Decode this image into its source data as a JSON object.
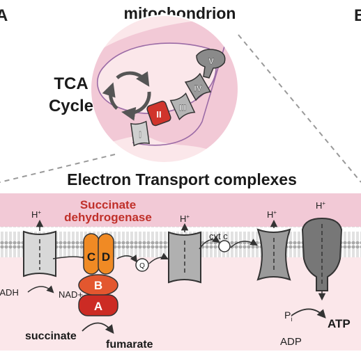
{
  "panel_letter_left": "A",
  "panel_letter_right": "B",
  "mito_title": "mitochondrion",
  "tca_line1": "TCA",
  "tca_line2": "Cycle",
  "mito_complexes": [
    "I",
    "II",
    "III",
    "IV",
    "V"
  ],
  "etc_title": "Electron Transport complexes",
  "sdh_line1": "Succinate",
  "sdh_line2": "dehydrogenase",
  "sdh_subunits": {
    "c": "C",
    "d": "D",
    "b": "B",
    "a": "A"
  },
  "proton": "H",
  "proton_sup": "+",
  "quinone": "Q",
  "cytc_label": "cyt c",
  "nadh": "NADH",
  "nad_plus": "NAD+",
  "succinate": "succinate",
  "fumarate": "fumarate",
  "pi": "P",
  "pi_sub": "i",
  "adp": "ADP",
  "atp": "ATP",
  "colors": {
    "membrane_pink": "#f2c9d6",
    "matrix_pink": "#fbe7ea",
    "complex_gray": "#8e8e8e",
    "complex_light": "#d2d2d2",
    "sdh_red": "#cc2b24",
    "sdh_orange": "#f08a24",
    "sdh_label_red": "#c0302a"
  }
}
